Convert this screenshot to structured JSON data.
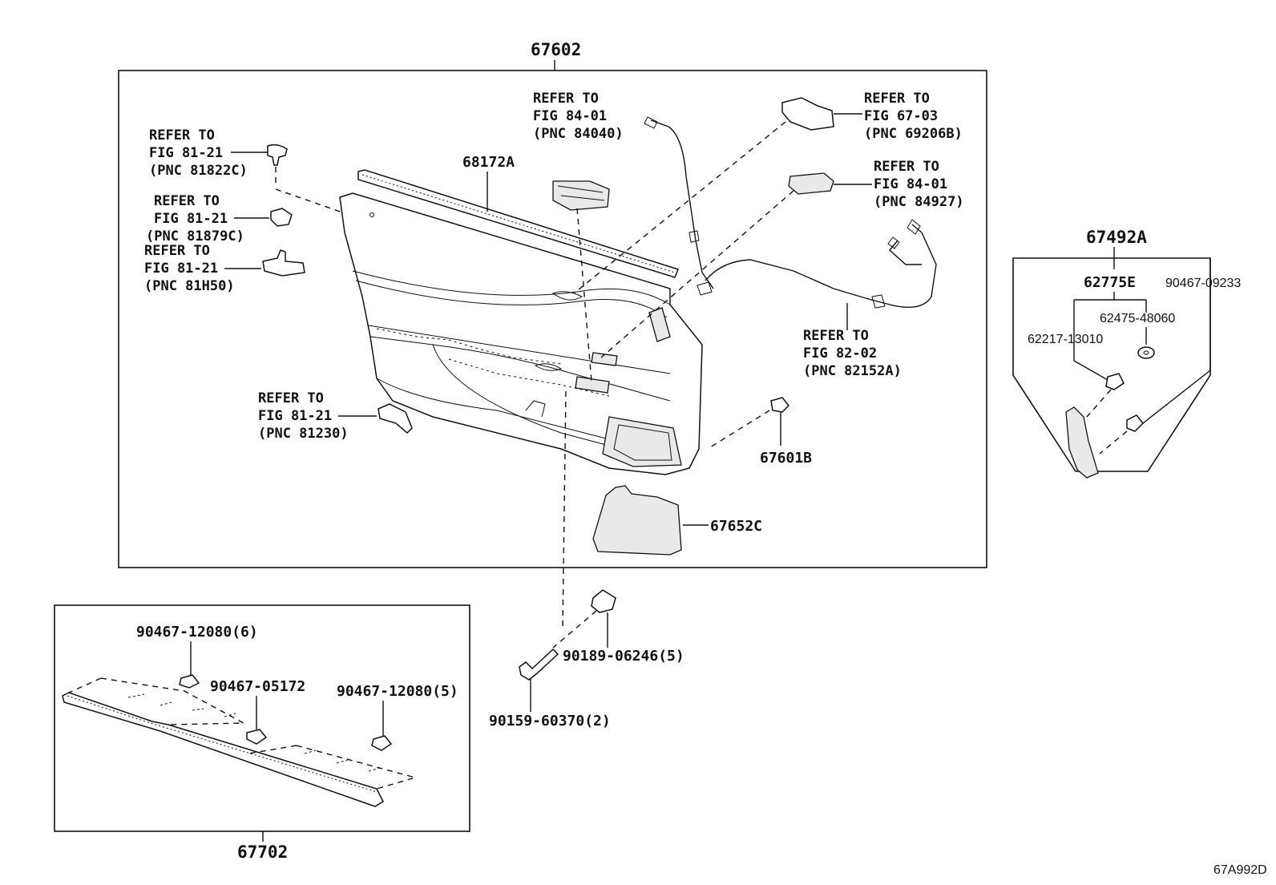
{
  "main_assembly": {
    "label": "67602",
    "sub_parts": {
      "weatherstrip": "68172A",
      "clip": "67601B",
      "pocket": "67652C"
    },
    "refs": {
      "r_81822c": [
        "REFER TO",
        "FIG 81-21",
        "(PNC 81822C)"
      ],
      "r_81879c": [
        "REFER TO",
        "FIG 81-21",
        "(PNC 81879C)"
      ],
      "r_81h50": [
        "REFER TO",
        "FIG 81-21",
        "(PNC 81H50)"
      ],
      "r_81230": [
        "REFER TO",
        "FIG 81-21",
        "(PNC 81230)"
      ],
      "r_84040": [
        "REFER TO",
        "FIG 84-01",
        "(PNC 84040)"
      ],
      "r_69206b": [
        "REFER TO",
        "FIG 67-03",
        "(PNC 69206B)"
      ],
      "r_84927": [
        "REFER TO",
        "FIG 84-01",
        "(PNC 84927)"
      ],
      "r_82152a": [
        "REFER TO",
        "FIG 82-02",
        "(PNC 82152A)"
      ]
    }
  },
  "right_group": {
    "label": "67492A",
    "sub_label": "62775E",
    "screw": "90467-09233",
    "washer": "62475-48060",
    "fastener": "62217-13010"
  },
  "fasteners": {
    "clip": "90189-06246(5)",
    "screw": "90159-60370(2)"
  },
  "bottom_group": {
    "label": "67702",
    "clip_a": "90467-12080(6)",
    "clip_b": "90467-05172",
    "clip_c": "90467-12080(5)"
  },
  "figure_code": "67A992D"
}
